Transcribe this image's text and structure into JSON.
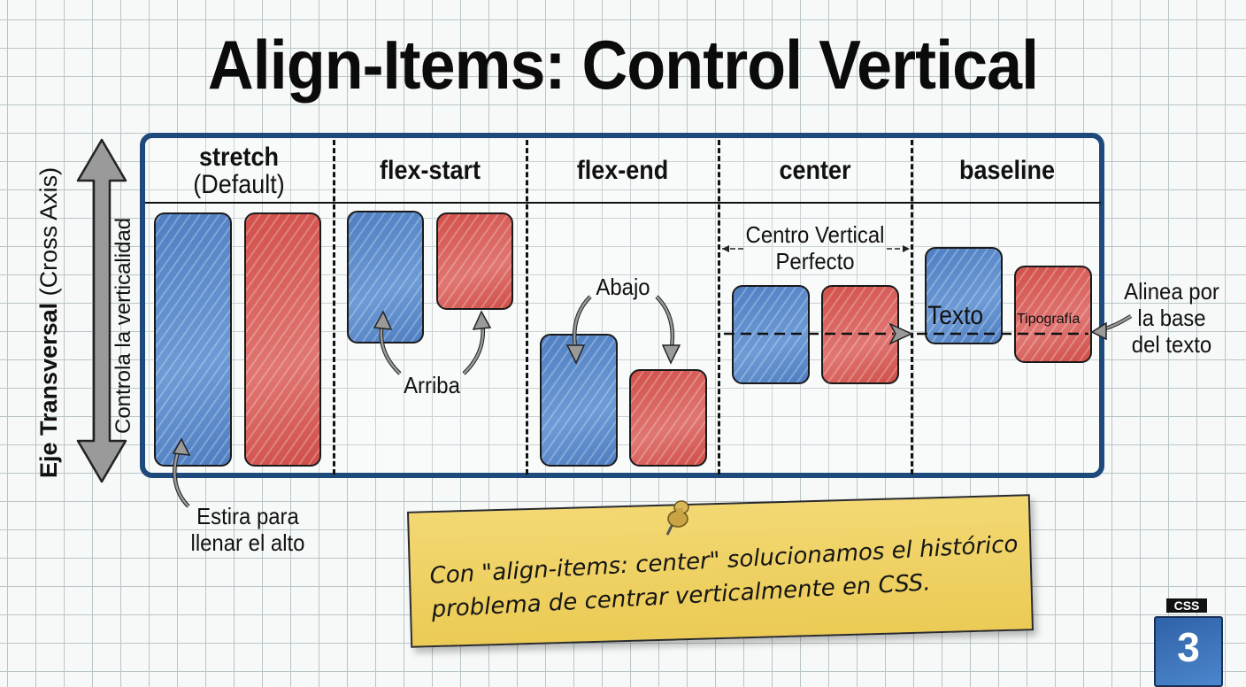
{
  "title": "Align-Items: Control Vertical",
  "axis": {
    "label_bold": "Eje Transversal",
    "label_paren": "(Cross Axis)",
    "sublabel": "Controla la verticalidad"
  },
  "columns": [
    {
      "name": "stretch",
      "sub": "(Default)"
    },
    {
      "name": "flex-start",
      "sub": ""
    },
    {
      "name": "flex-end",
      "sub": ""
    },
    {
      "name": "center",
      "sub": ""
    },
    {
      "name": "baseline",
      "sub": ""
    }
  ],
  "annotations": {
    "stretch": "Estira para llenar el alto",
    "stretch_line1": "Estira para",
    "stretch_line2": "llenar el alto",
    "flex_start": "Arriba",
    "flex_end": "Abajo",
    "center_line1": "Centro Vertical",
    "center_line2": "Perfecto",
    "baseline_line1": "Alinea por",
    "baseline_line2": "la base",
    "baseline_line3": "del texto",
    "baseline_blue_text": "Texto",
    "baseline_red_text": "Tipografía"
  },
  "note": {
    "line1": "Con \"align-items: center\" solucionamos el histórico",
    "line2": "problema de centrar verticalmente en CSS."
  },
  "logo": {
    "label": "CSS",
    "glyph": "3"
  },
  "colors": {
    "blue": "#5585c8",
    "red": "#d85a55",
    "container_border": "#1d4a7a",
    "note_bg": "#efd365",
    "arrow_gray": "#9a9a9a"
  }
}
